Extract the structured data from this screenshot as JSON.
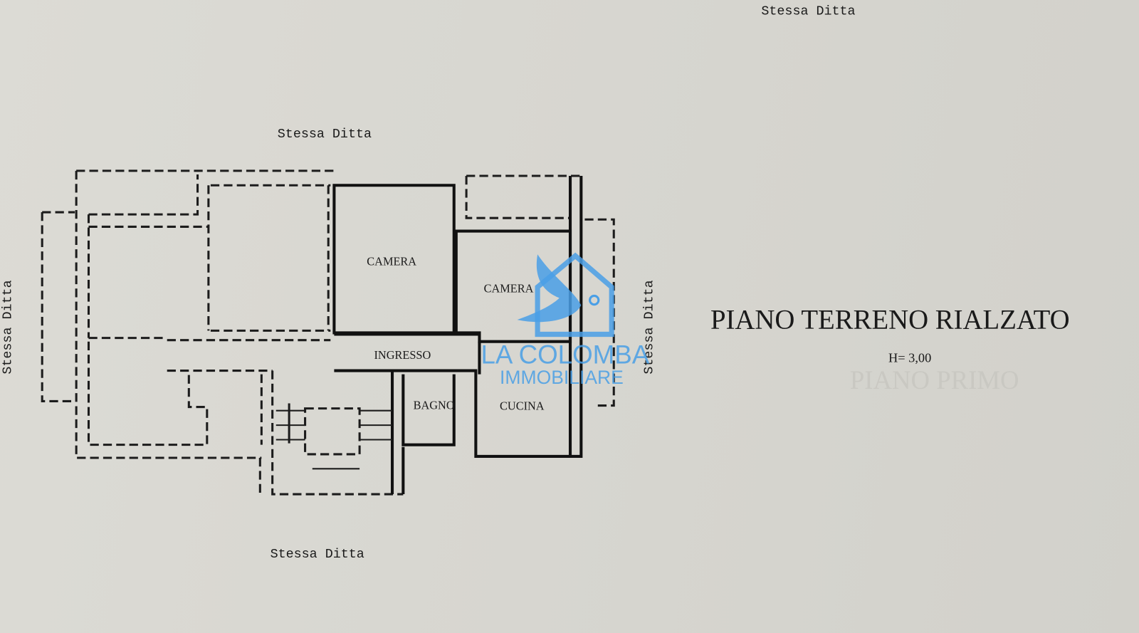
{
  "neighbors": {
    "top_right": "Stessa Ditta",
    "top": "Stessa Ditta",
    "left": "Stessa Ditta",
    "right": "Stessa Ditta",
    "bottom": "Stessa Ditta"
  },
  "rooms": {
    "camera_1": "CAMERA",
    "camera_2": "CAMERA",
    "ingresso": "INGRESSO",
    "bagno": "BAGNO",
    "cucina": "CUCINA"
  },
  "floor_title": "PIANO TERRENO RIALZATO",
  "height_note": "H= 3,00",
  "ghost_title": "PIANO PRIMO",
  "watermark": {
    "line1": "LA COLOMBA",
    "line2": "IMMOBILIARE",
    "color": "#4a9fe6"
  }
}
